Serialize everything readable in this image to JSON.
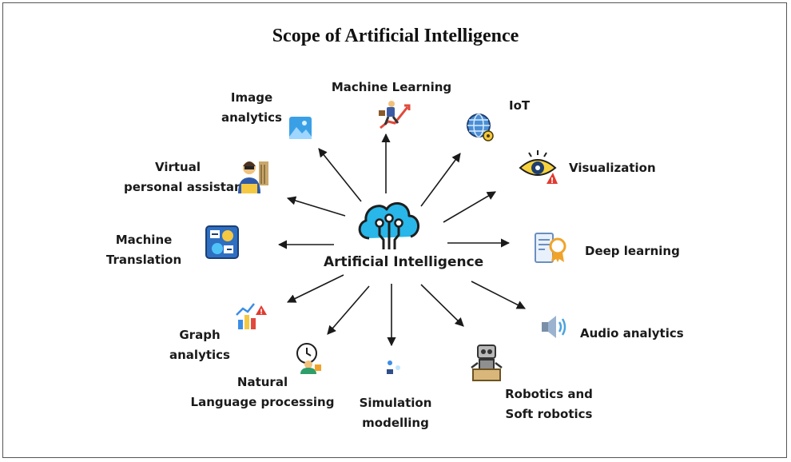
{
  "title": "Scope of Artificial Intelligence",
  "center": {
    "label": "Artificial Intelligence",
    "icon": "cloud-network-icon"
  },
  "nodes": {
    "image_analytics": {
      "lines": [
        "Image",
        "analytics"
      ],
      "icon": "image-icon"
    },
    "machine_learning": {
      "lines": [
        "Machine Learning"
      ],
      "icon": "climbing-person-icon"
    },
    "iot": {
      "lines": [
        "IoT"
      ],
      "icon": "globe-icon"
    },
    "visualization": {
      "lines": [
        "Visualization"
      ],
      "icon": "eye-warning-icon"
    },
    "virtual_assistant": {
      "lines": [
        "Virtual",
        "personal assistant"
      ],
      "icon": "assistant-person-icon"
    },
    "deep_learning": {
      "lines": [
        "Deep learning"
      ],
      "icon": "certificate-icon"
    },
    "machine_translation": {
      "lines": [
        "Machine",
        "Translation"
      ],
      "icon": "translation-board-icon"
    },
    "audio_analytics": {
      "lines": [
        "Audio analytics"
      ],
      "icon": "speaker-icon"
    },
    "graph_analytics": {
      "lines": [
        "Graph",
        "analytics"
      ],
      "icon": "bar-chart-warning-icon"
    },
    "nlp": {
      "lines": [
        "Natural",
        "Language processing"
      ],
      "icon": "clock-person-icon"
    },
    "simulation": {
      "lines": [
        "Simulation",
        "modelling"
      ],
      "icon": "simulation-icon"
    },
    "robotics": {
      "lines": [
        "Robotics and",
        "Soft robotics"
      ],
      "icon": "robot-icon"
    }
  },
  "colors": {
    "center_icon": "#29b6e8",
    "center_icon_dark": "#1e1e1e",
    "arrow": "#1a1a1a"
  }
}
